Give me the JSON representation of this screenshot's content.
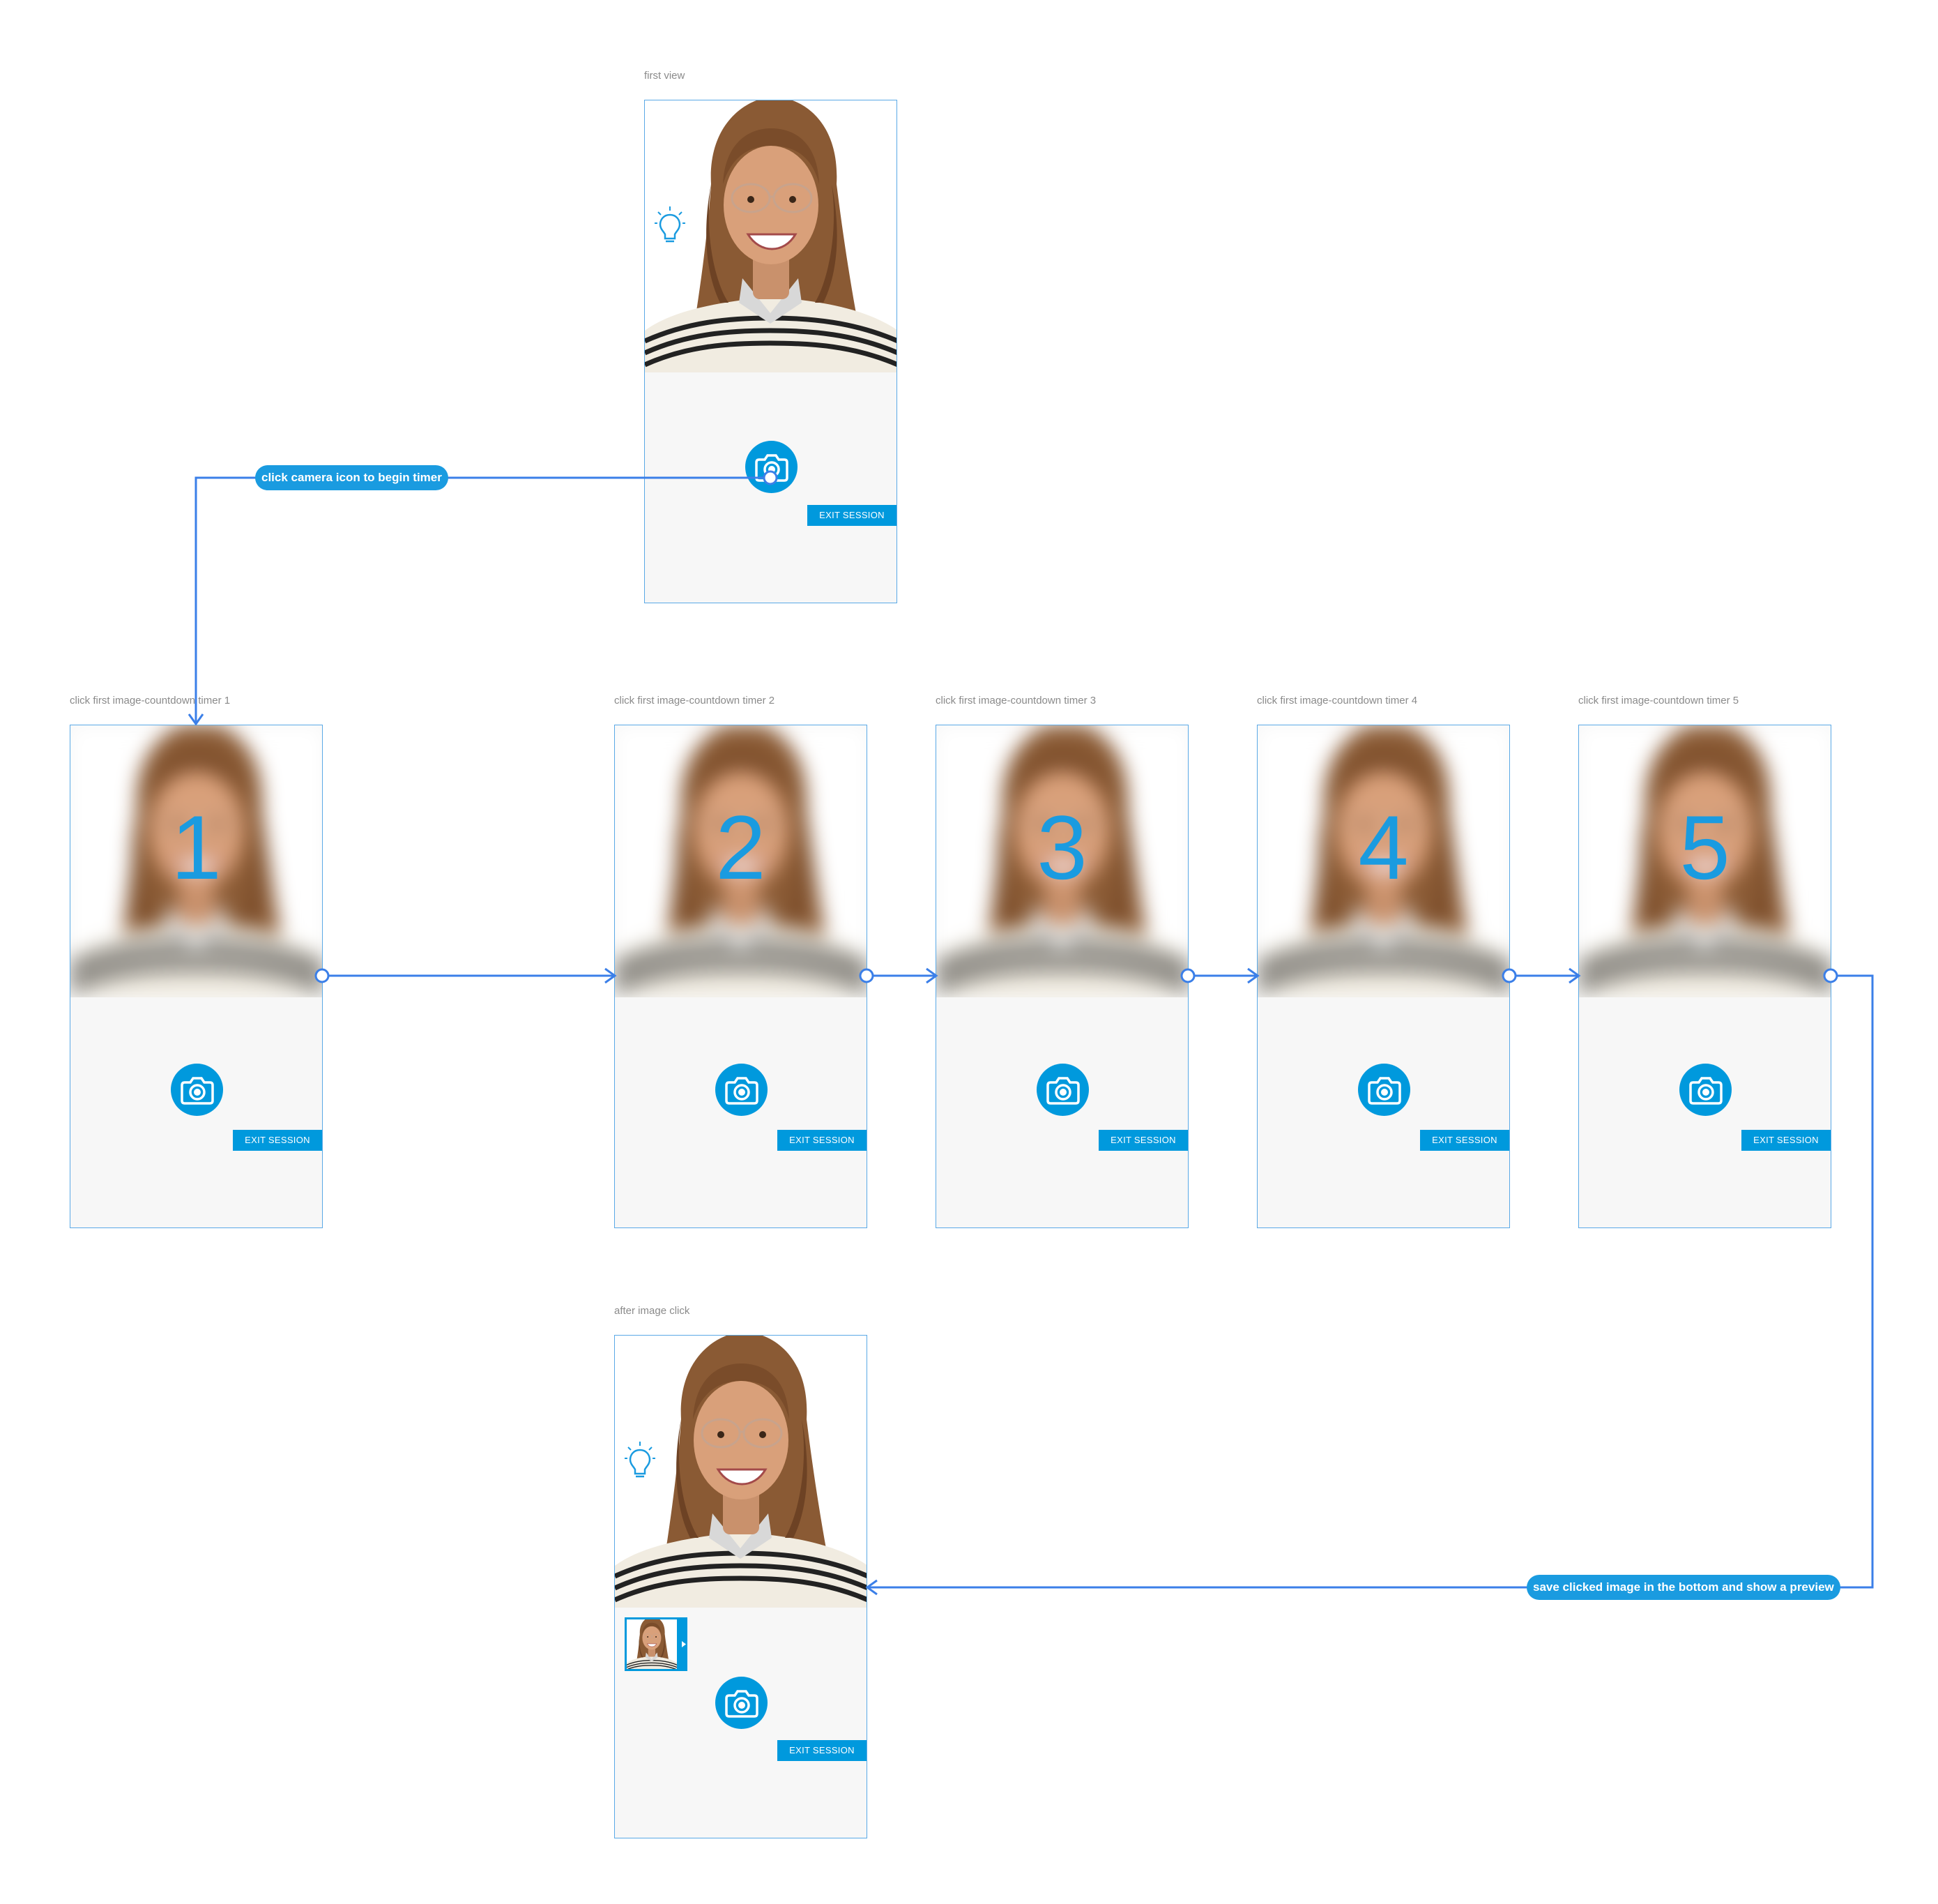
{
  "frames": {
    "first_view": {
      "label": "first view",
      "exit_label": "EXIT SESSION"
    },
    "timer1": {
      "label": "click first image-countdown timer 1",
      "count": "1",
      "exit_label": "EXIT SESSION"
    },
    "timer2": {
      "label": "click first image-countdown timer 2",
      "count": "2",
      "exit_label": "EXIT SESSION"
    },
    "timer3": {
      "label": "click first image-countdown timer 3",
      "count": "3",
      "exit_label": "EXIT SESSION"
    },
    "timer4": {
      "label": "click first image-countdown timer 4",
      "count": "4",
      "exit_label": "EXIT SESSION"
    },
    "timer5": {
      "label": "click first image-countdown timer 5",
      "count": "5",
      "exit_label": "EXIT SESSION"
    },
    "after_click": {
      "label": "after image click",
      "exit_label": "EXIT SESSION"
    }
  },
  "annotations": {
    "begin_timer": "click camera icon to begin timer",
    "save_preview": "save clicked image in the bottom and show a preview"
  },
  "colors": {
    "accent": "#0099dd",
    "connector": "#3b7fe8",
    "frame_border": "#5aa9e6"
  },
  "icons": [
    "camera-icon",
    "lightbulb-icon",
    "preview-arrow-icon"
  ]
}
